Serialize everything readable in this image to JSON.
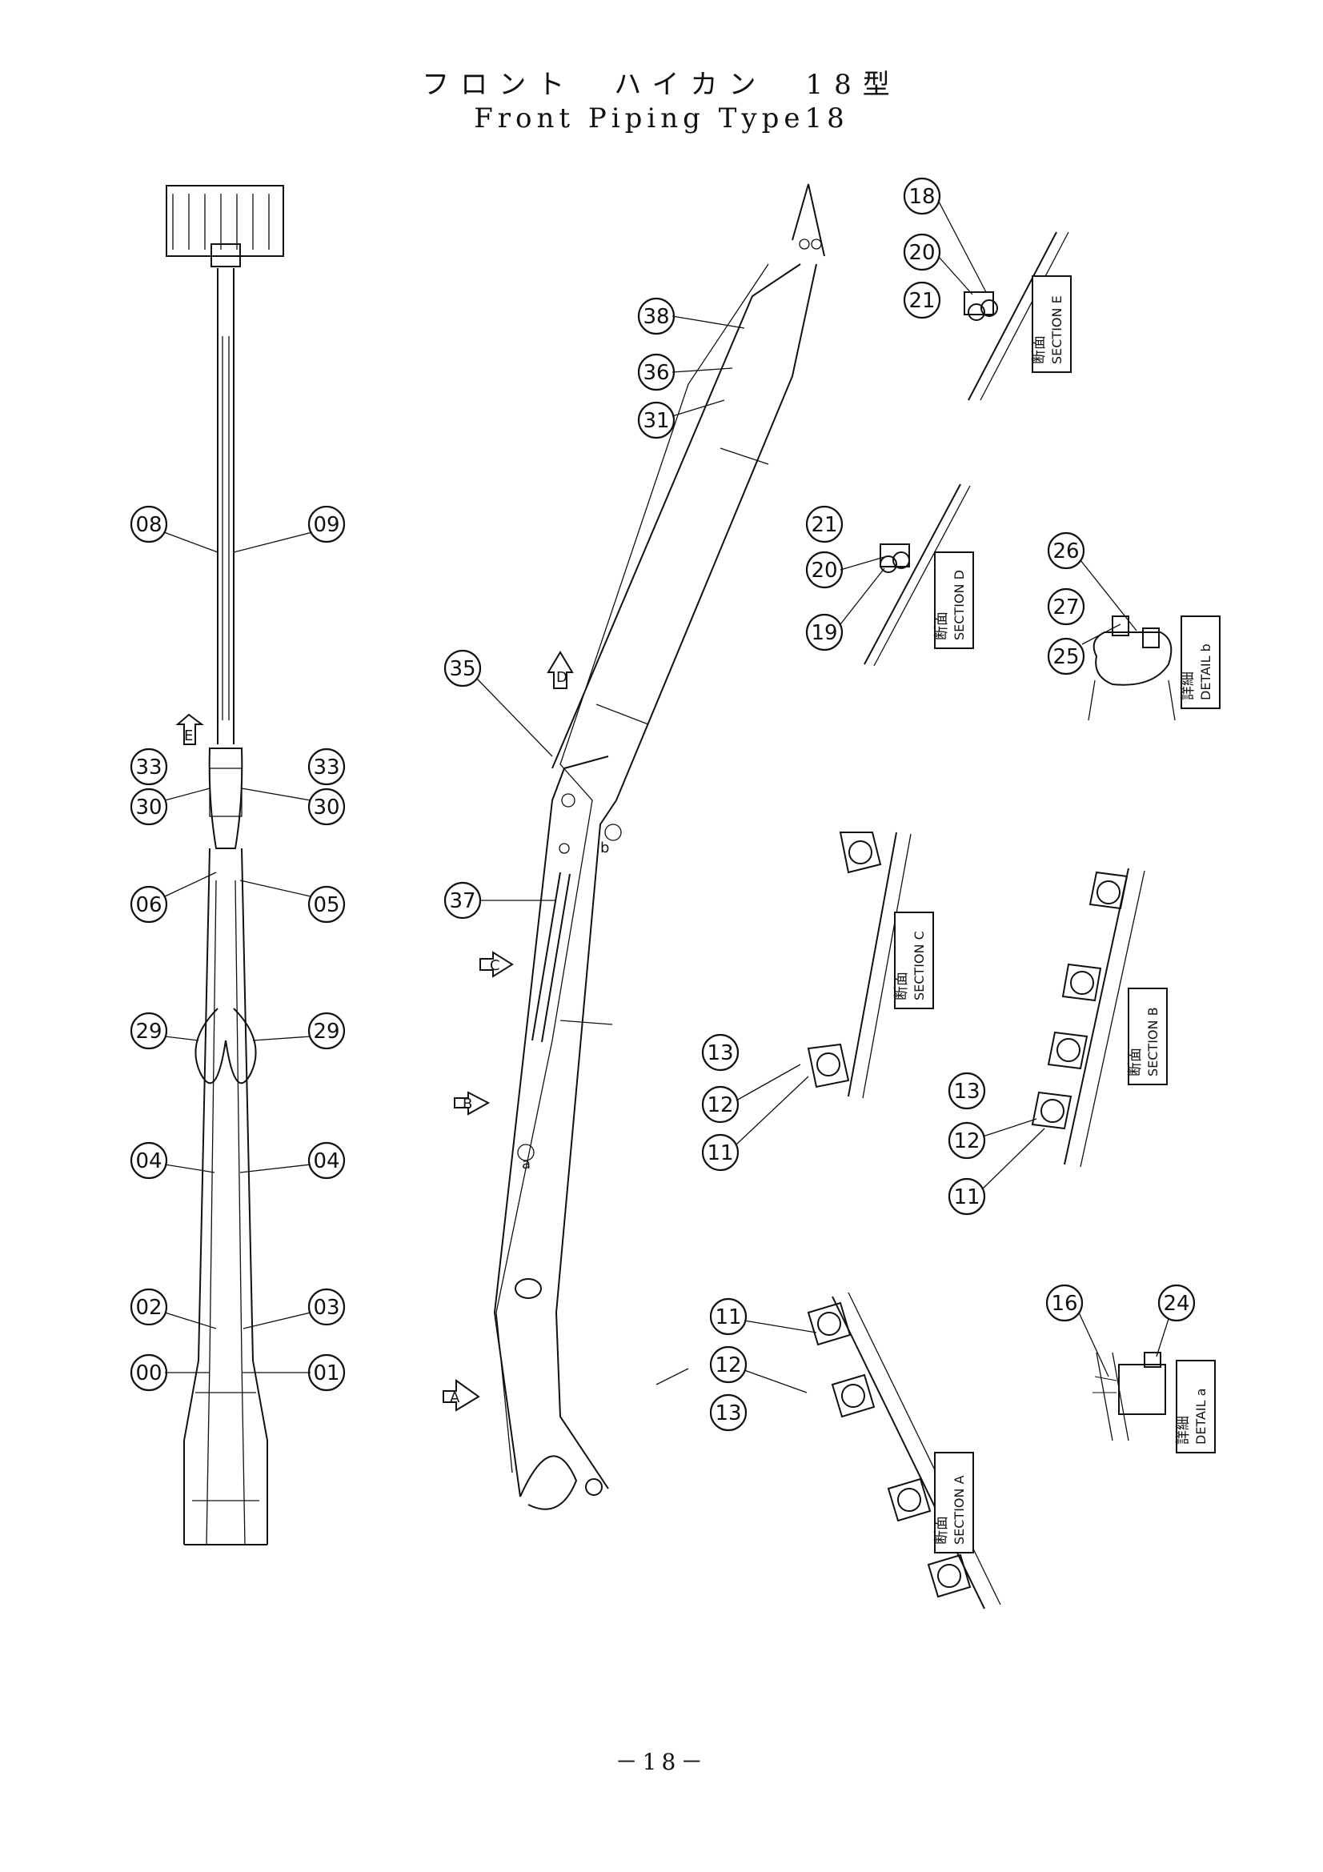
{
  "title": {
    "jp": "フロント　ハイカン　18型",
    "en": "Front Piping Type18"
  },
  "page_number": "－18－",
  "views": {
    "left_callouts": [
      "08",
      "09",
      "33",
      "30",
      "33",
      "30",
      "06",
      "05",
      "29",
      "29",
      "04",
      "04",
      "02",
      "03",
      "00",
      "01"
    ],
    "boom_callouts": [
      "38",
      "36",
      "31",
      "35",
      "37"
    ],
    "view_arrows": [
      "E",
      "D",
      "C",
      "B",
      "A"
    ],
    "detail_marks": [
      "a",
      "b"
    ]
  },
  "sections": {
    "E": {
      "jp": "断面",
      "en": "SECTION E",
      "callouts": [
        "21",
        "20",
        "18"
      ]
    },
    "D": {
      "jp": "断面",
      "en": "SECTION D",
      "callouts": [
        "19",
        "20",
        "21"
      ]
    },
    "C": {
      "jp": "断面",
      "en": "SECTION C",
      "callouts": [
        "11",
        "12",
        "13"
      ]
    },
    "B": {
      "jp": "断面",
      "en": "SECTION B",
      "callouts": [
        "11",
        "12",
        "13"
      ]
    },
    "A": {
      "jp": "断面",
      "en": "SECTION A",
      "callouts": [
        "13",
        "12",
        "11"
      ]
    }
  },
  "details": {
    "b": {
      "jp": "詳細",
      "en": "DETAIL b",
      "callouts": [
        "25",
        "27",
        "26"
      ]
    },
    "a": {
      "jp": "詳細",
      "en": "DETAIL a",
      "callouts": [
        "16",
        "24"
      ]
    }
  }
}
